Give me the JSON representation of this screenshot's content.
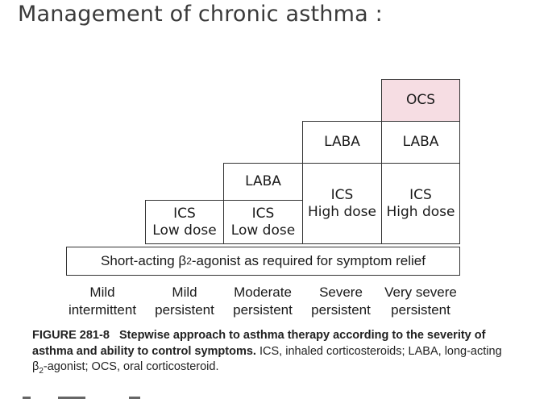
{
  "title": "Management of chronic asthma :",
  "diagram": {
    "steps": [
      {
        "cells": [
          {
            "lines": [
              "ICS",
              "Low dose"
            ]
          }
        ]
      },
      {
        "cells": [
          {
            "lines": [
              "ICS",
              "Low dose"
            ]
          },
          {
            "lines": [
              "LABA"
            ]
          }
        ]
      },
      {
        "cells": [
          {
            "lines": [
              "ICS",
              "High dose"
            ]
          },
          {
            "lines": [
              "LABA"
            ]
          }
        ]
      },
      {
        "cells": [
          {
            "lines": [
              "ICS",
              "High dose"
            ]
          },
          {
            "lines": [
              "LABA"
            ]
          },
          {
            "lines": [
              "OCS"
            ],
            "highlight": "#f6dde3"
          }
        ]
      }
    ],
    "reliever": {
      "prefix": "Short-acting β",
      "subscript": "2",
      "suffix": "-agonist as required for symptom relief"
    },
    "severity": [
      {
        "line1": "Mild",
        "line2": "intermittent"
      },
      {
        "line1": "Mild",
        "line2": "persistent"
      },
      {
        "line1": "Moderate",
        "line2": "persistent"
      },
      {
        "line1": "Severe",
        "line2": "persistent"
      },
      {
        "line1": "Very severe",
        "line2": "persistent"
      }
    ]
  },
  "caption": {
    "label": "FIGURE 281-8",
    "bold": "Stepwise approach to asthma therapy according to the severity of asthma and ability to control symptoms.",
    "rest_a": "ICS, inhaled corticosteroids; LABA, long-acting β",
    "sub": "2",
    "rest_b": "-agonist; OCS, oral corticosteroid."
  }
}
